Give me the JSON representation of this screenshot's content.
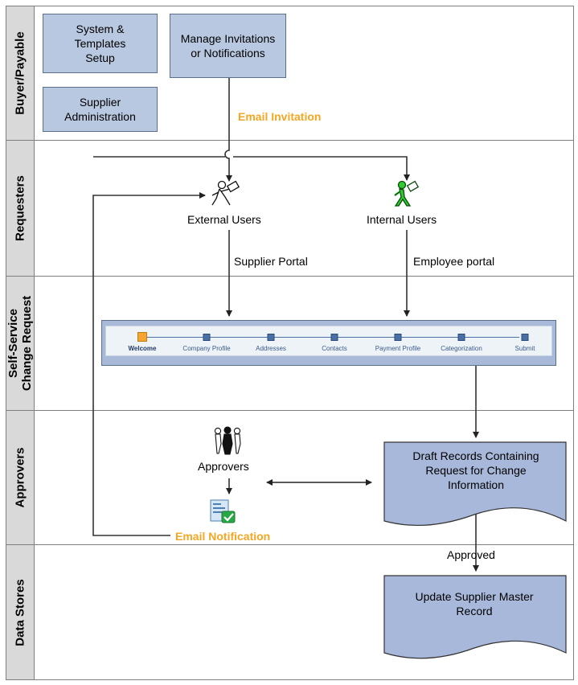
{
  "lanes": [
    {
      "id": "buyer",
      "label": "Buyer/Payable"
    },
    {
      "id": "requesters",
      "label": "Requesters"
    },
    {
      "id": "selfservice",
      "label_line1": "Self-Service",
      "label_line2": "Change Request"
    },
    {
      "id": "approvers",
      "label": "Approvers"
    },
    {
      "id": "datastores",
      "label": "Data Stores"
    }
  ],
  "buyer": {
    "system_setup": "System & Templates Setup",
    "manage_invitations": "Manage Invitations or Notifications",
    "supplier_admin": "Supplier Administration",
    "email_invitation": "Email Invitation"
  },
  "requesters": {
    "external_users": "External Users",
    "internal_users": "Internal Users",
    "supplier_portal": "Supplier Portal",
    "employee_portal": "Employee portal"
  },
  "portal": {
    "steps": [
      "Welcome",
      "Company Profile",
      "Addresses",
      "Contacts",
      "Payment Profile",
      "Categorization",
      "Submit"
    ],
    "active_step": "Welcome"
  },
  "approvers": {
    "approvers_label": "Approvers",
    "email_notification": "Email Notification",
    "draft_records": "Draft Records Containing Request for Change Information",
    "approved_label": "Approved"
  },
  "datastores": {
    "update_master": "Update Supplier Master Record"
  },
  "colors": {
    "box_fill": "#b8c8e0",
    "lane_label_fill": "#d9d9d9",
    "accent_orange": "#f5a623",
    "internal_user_green": "#2ecc2e"
  }
}
